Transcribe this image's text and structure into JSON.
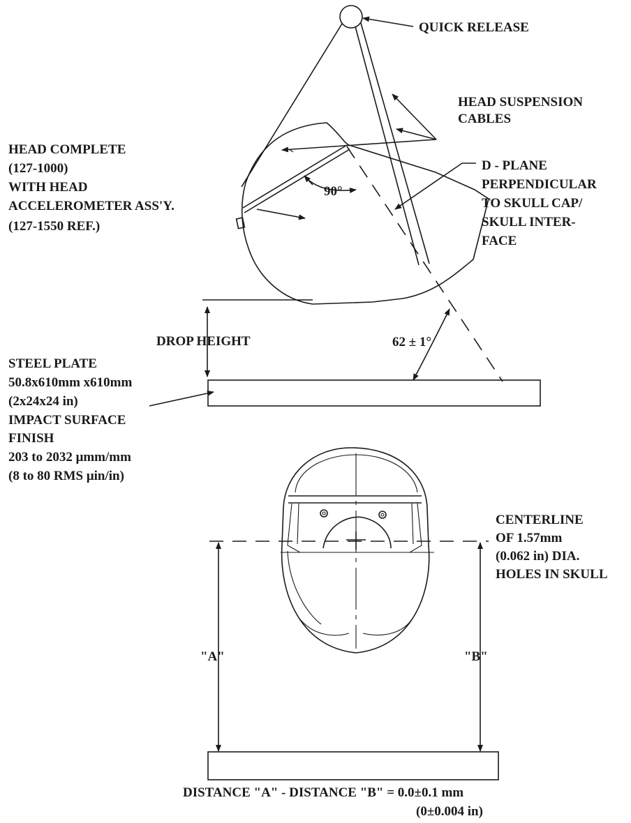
{
  "labels": {
    "quick_release": "QUICK RELEASE",
    "head_suspension_1": "HEAD SUSPENSION",
    "head_suspension_2": "CABLES",
    "head_complete_1": "HEAD COMPLETE",
    "head_complete_2": "(127-1000)",
    "head_complete_3": "WITH HEAD",
    "head_complete_4": "ACCELEROMETER ASS'Y.",
    "head_complete_5": "(127-1550 REF.)",
    "angle_90": "90°",
    "dplane_1": "D - PLANE",
    "dplane_2": "PERPENDICULAR",
    "dplane_3": "TO SKULL CAP/",
    "dplane_4": "SKULL  INTER-",
    "dplane_5": "FACE",
    "drop_height": "DROP HEIGHT",
    "angle_62": "62 ± 1°",
    "steel_1": "STEEL  PLATE",
    "steel_2": "50.8x610mm x610mm",
    "steel_3": "(2x24x24 in)",
    "steel_4": "IMPACT SURFACE",
    "steel_5": "FINISH",
    "steel_6": "203 to 2032 μmm/mm",
    "steel_7": "(8 to 80 RMS μin/in)",
    "centerline_1": "CENTERLINE",
    "centerline_2": "OF 1.57mm",
    "centerline_3": "(0.062 in) DIA.",
    "centerline_4": "HOLES IN SKULL",
    "dim_a": "\"A\"",
    "dim_b": "\"B\"",
    "formula_1": "DISTANCE \"A\" - DISTANCE \"B\" = 0.0±0.1 mm",
    "formula_2": "(0±0.004 in)"
  }
}
